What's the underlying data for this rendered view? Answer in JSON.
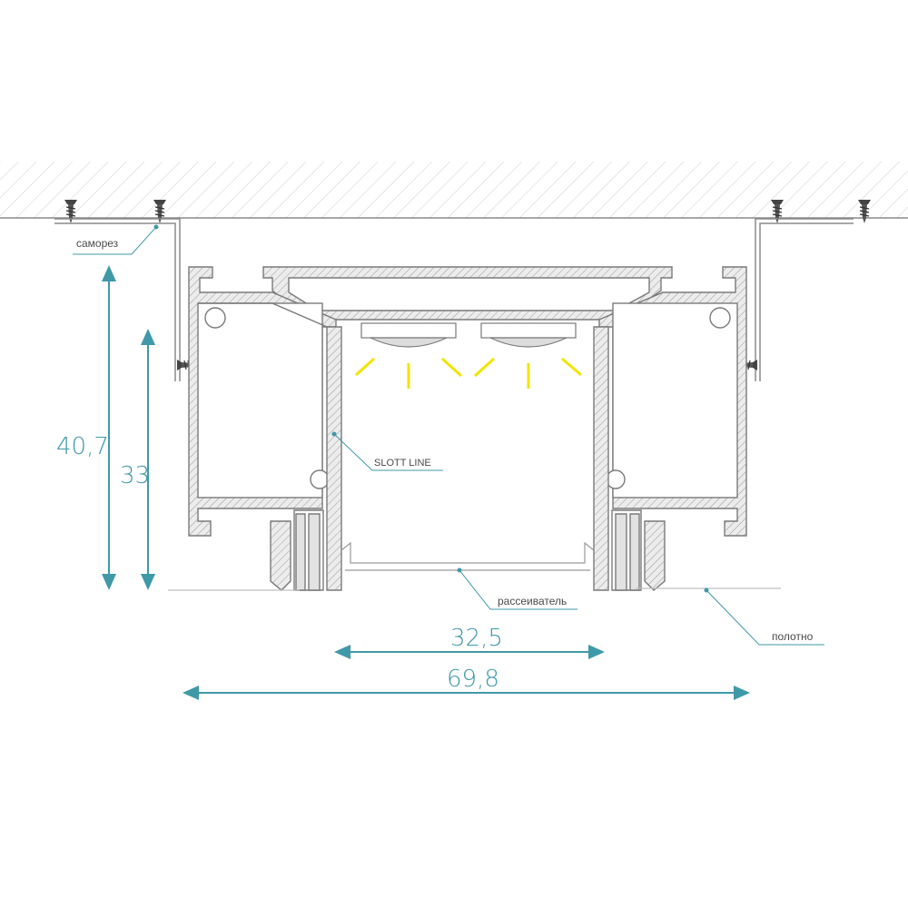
{
  "labels": {
    "screw": "саморез",
    "slott_line": "SLOTT LINE",
    "diffuser": "рассеиватель",
    "canvas": "полотно"
  },
  "dimensions": {
    "height_outer": "40,7",
    "height_inner": "33",
    "width_inner": "32,5",
    "width_outer": "69,8"
  },
  "colors": {
    "dimension": "#3f99a8",
    "profile_outline": "#7a7a7a",
    "profile_fill": "#e4e4e4",
    "light_rays": "#f2e400",
    "hatch": "#c8c8c8"
  }
}
